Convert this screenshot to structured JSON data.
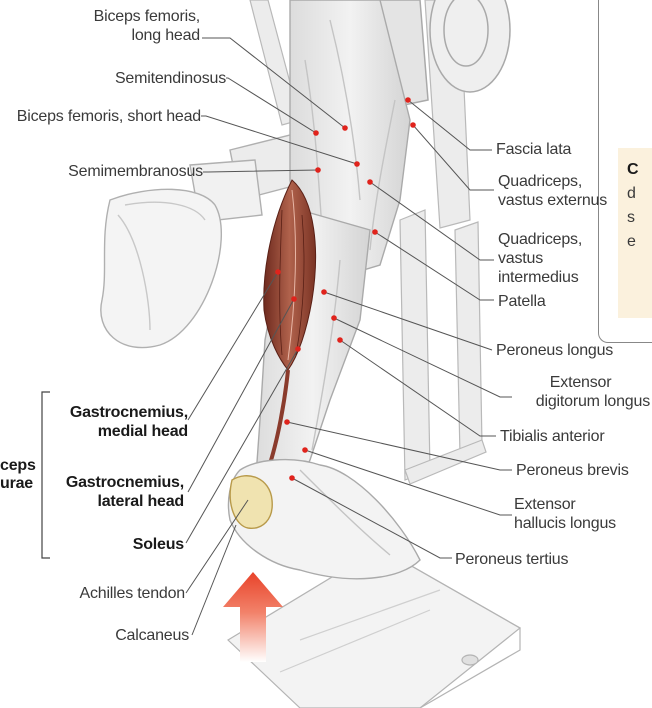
{
  "labels": {
    "biceps_long_1": "Biceps femoris,",
    "biceps_long_2": "long head",
    "semitendinosus": "Semitendinosus",
    "biceps_short": "Biceps femoris, short head",
    "semimembranosus": "Semimembranosus",
    "fascia_lata": "Fascia lata",
    "quad_ext_1": "Quadriceps,",
    "quad_ext_2": "vastus externus",
    "quad_int_1": "Quadriceps,",
    "quad_int_2": "vastus",
    "quad_int_3": "intermedius",
    "patella": "Patella",
    "peroneus_longus": "Peroneus longus",
    "ext_dig_1": "Extensor",
    "ext_dig_2": "digitorum longus",
    "tibialis": "Tibialis anterior",
    "peroneus_brevis": "Peroneus brevis",
    "ext_hal_1": "Extensor",
    "ext_hal_2": "hallucis longus",
    "peroneus_tertius": "Peroneus tertius",
    "gastro_med_1": "Gastrocnemius,",
    "gastro_med_2": "medial head",
    "gastro_lat_1": "Gastrocnemius,",
    "gastro_lat_2": "lateral head",
    "soleus": "Soleus",
    "achilles": "Achilles tendon",
    "calcaneus": "Calcaneus",
    "group_1": "ceps",
    "group_2": "urae"
  },
  "note": {
    "heading": "C",
    "line1": "d",
    "line2": "s",
    "line3": "e"
  },
  "colors": {
    "muscle": "#8a3b2c",
    "marker": "#e0231c",
    "leader": "#555555",
    "arrow": "#e8432a"
  }
}
